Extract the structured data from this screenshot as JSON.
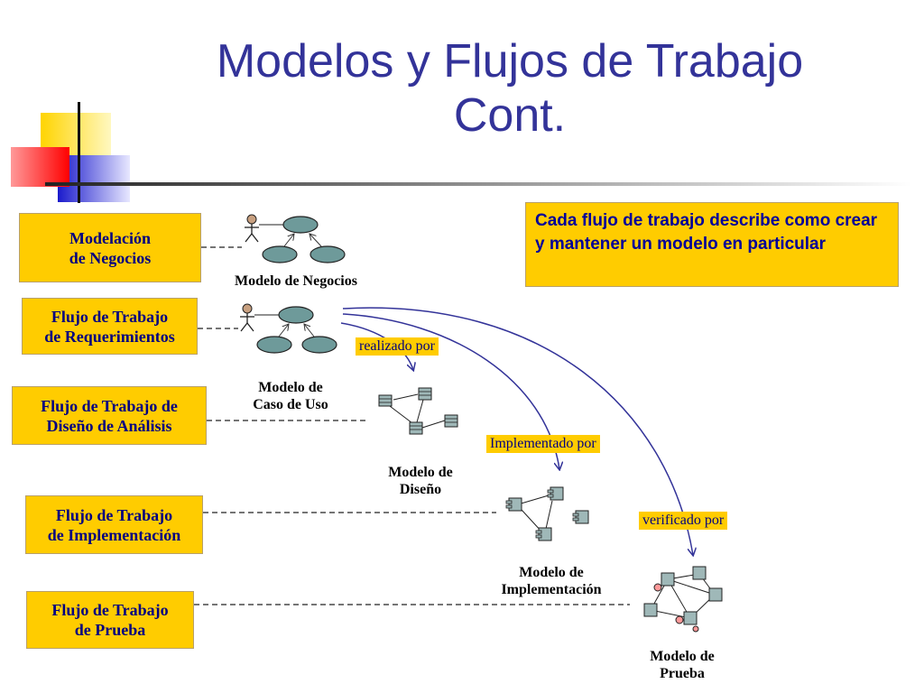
{
  "title": {
    "line1": "Modelos y Flujos de Trabajo",
    "line2": "Cont."
  },
  "workflows": [
    {
      "line1": "Modelación",
      "line2": "de Negocios"
    },
    {
      "line1": "Flujo de Trabajo",
      "line2": "de Requerimientos"
    },
    {
      "line1": "Flujo de Trabajo de",
      "line2": "Diseño de Análisis"
    },
    {
      "line1": "Flujo de Trabajo",
      "line2": "de Implementación"
    },
    {
      "line1": "Flujo de Trabajo",
      "line2": "de Prueba"
    }
  ],
  "note": "Cada flujo de trabajo describe como crear y mantener un modelo en particular",
  "relations": [
    "realizado por",
    "Implementado por",
    "verificado por"
  ],
  "models": [
    {
      "line1": "Modelo de Negocios",
      "line2": ""
    },
    {
      "line1": "Modelo de",
      "line2": "Caso de Uso"
    },
    {
      "line1": "Modelo de",
      "line2": "Diseño"
    },
    {
      "line1": "Modelo de",
      "line2": "Implementación"
    },
    {
      "line1": "Modelo de",
      "line2": "Prueba"
    }
  ],
  "colors": {
    "title": "#333399",
    "box_fill": "#ffcc00",
    "box_text": "#000080",
    "arrow": "#333399",
    "ellipse": "#6e9a9a"
  }
}
